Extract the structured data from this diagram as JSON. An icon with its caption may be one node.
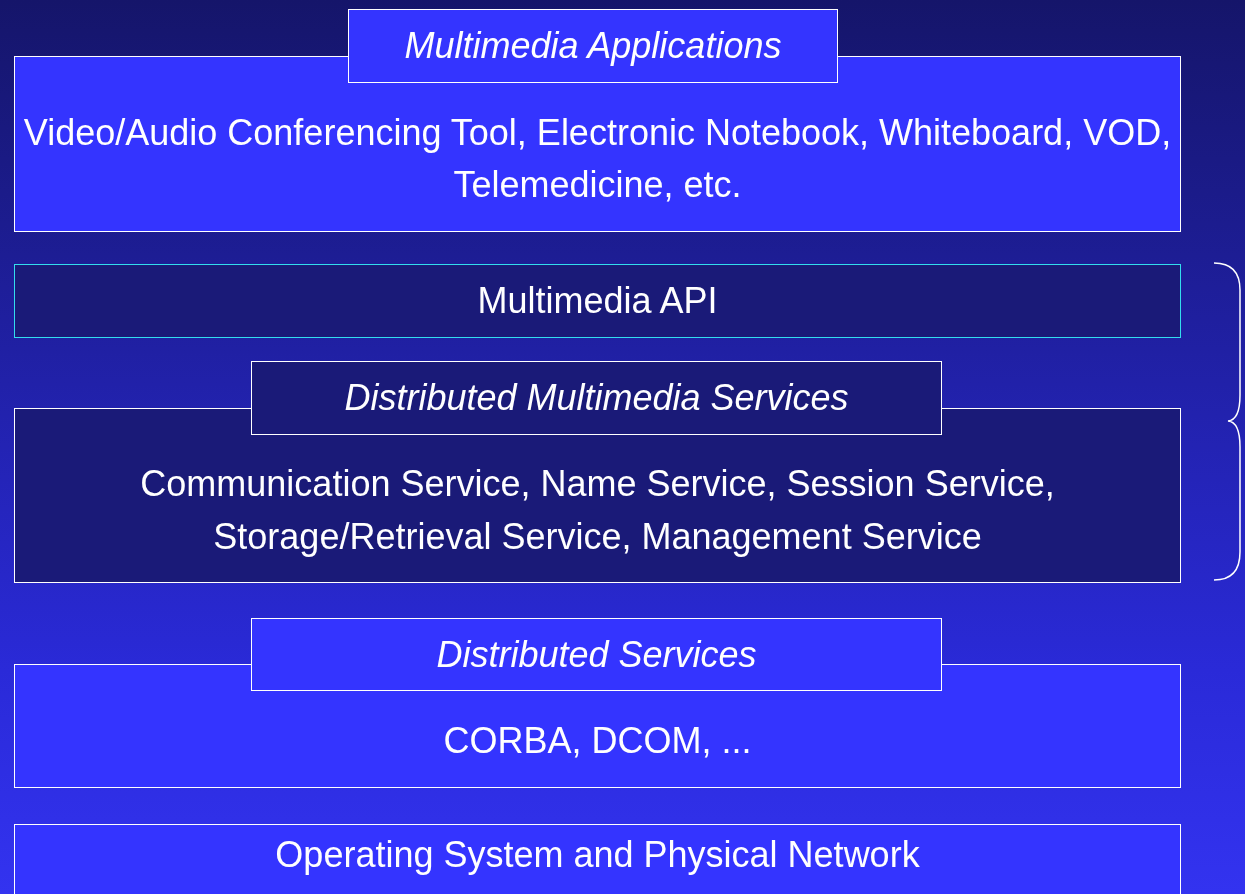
{
  "diagram": {
    "nodes": [
      {
        "text": [
          "Multimedia Applications",
          "Video/Audio Conferencing Tool, Electronic Notebook, Whiteboard, VOD, Telemedicine, etc."
        ]
      },
      {
        "text": [
          "Multimedia API"
        ]
      },
      {
        "text": [
          "Distributed Multimedia Services",
          "Communication Service, Name Service, Session Service, Storage/Retrieval Service, Management Service"
        ]
      },
      {
        "text": [
          "Distributed Services",
          "CORBA, DCOM, ..."
        ]
      },
      {
        "text": [
          "Operating System and Physical Network"
        ]
      }
    ]
  }
}
